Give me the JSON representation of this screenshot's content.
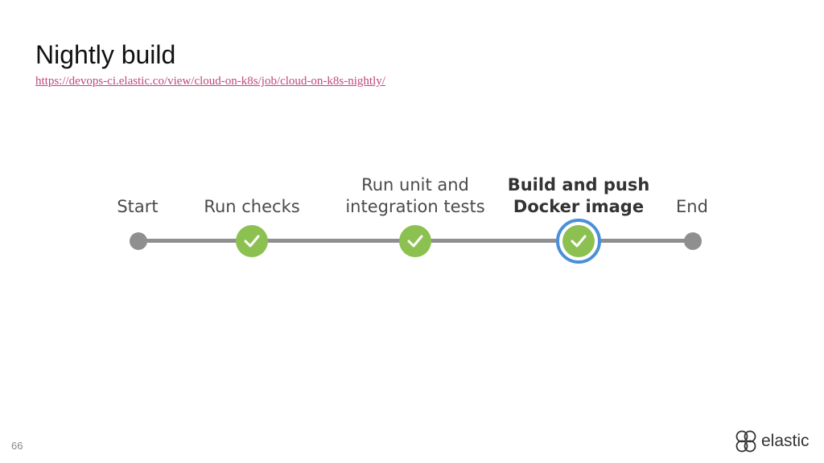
{
  "slide": {
    "title": "Nightly build",
    "link": "https://devops-ci.elastic.co/view/cloud-on-k8s/job/cloud-on-k8s-nightly/",
    "page_number": "66"
  },
  "pipeline": {
    "stages": [
      {
        "label": "Start",
        "status": "endpoint"
      },
      {
        "label": "Run checks",
        "status": "success"
      },
      {
        "label": "Run unit and\nintegration tests",
        "status": "success"
      },
      {
        "label": "Build and push\nDocker image",
        "status": "success",
        "selected": true
      },
      {
        "label": "End",
        "status": "endpoint"
      }
    ],
    "colors": {
      "success": "#8cc152",
      "endpoint": "#8f8f8f",
      "selected": "#4a90d9"
    }
  },
  "brand": {
    "logo_icon": "elastic-logo-icon",
    "logo_text": "elastic"
  }
}
